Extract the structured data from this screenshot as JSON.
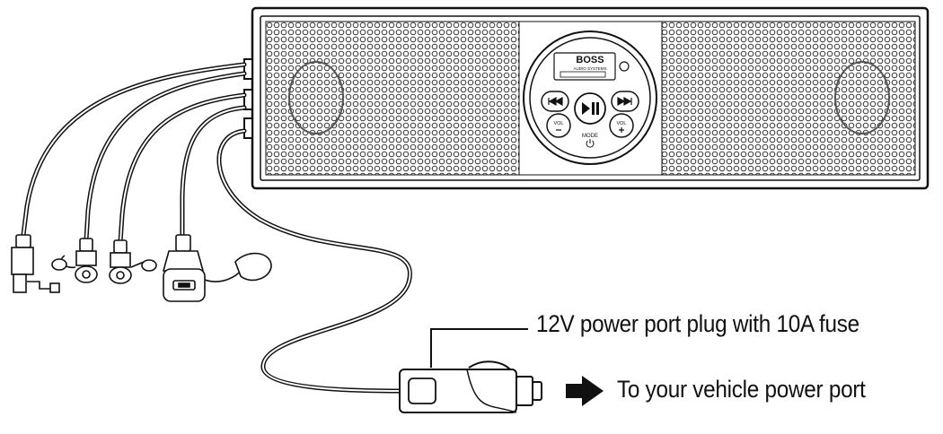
{
  "brand": {
    "logo_text": "BOSS",
    "logo_subtext": "AUDIO SYSTEMS"
  },
  "controls": {
    "vol_down_label": "VOL",
    "vol_up_label": "VOL",
    "mode_label": "MODE"
  },
  "callouts": {
    "plug": "12V power port plug with 10A fuse",
    "port": "To your vehicle power port"
  },
  "icons": {
    "prev": "skip-back-icon",
    "play": "play-pause-icon",
    "next": "skip-forward-icon",
    "power": "power-icon",
    "vol_minus": "minus-icon",
    "vol_plus": "plus-icon",
    "arrow": "arrow-right-icon"
  }
}
